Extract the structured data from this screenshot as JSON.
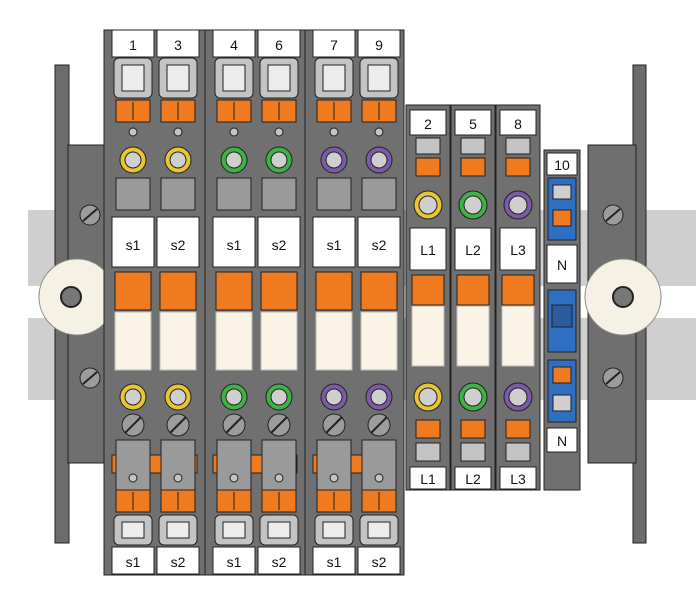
{
  "diagram": {
    "top_numbers": [
      "1",
      "3",
      "4",
      "6",
      "7",
      "9",
      "2",
      "5",
      "8",
      "10"
    ],
    "upper_labels": [
      "s1",
      "s2",
      "s1",
      "s2",
      "s1",
      "s2",
      "L1",
      "L2",
      "L3",
      "N"
    ],
    "lower_labels": [
      "L1",
      "L2",
      "L3",
      "N"
    ],
    "bottom_labels": [
      "s1",
      "s2",
      "s1",
      "s2",
      "s1",
      "s2"
    ],
    "colors": {
      "rail": "#cfcfcf",
      "body_dark": "#707070",
      "body_mid": "#9a9a9a",
      "body_light": "#c4c4c4",
      "orange": "#f07a1f",
      "yellow": "#e8c532",
      "green": "#3fb245",
      "violet": "#7b5aa6",
      "blue": "#2e6fc2",
      "cream": "#fbf4e6",
      "white": "#ffffff",
      "outline": "#222222"
    },
    "icons": [
      "screw-icon",
      "rail-stop-knob-icon",
      "fuse-holder-icon",
      "wire-entry-icon",
      "test-socket-icon"
    ]
  }
}
